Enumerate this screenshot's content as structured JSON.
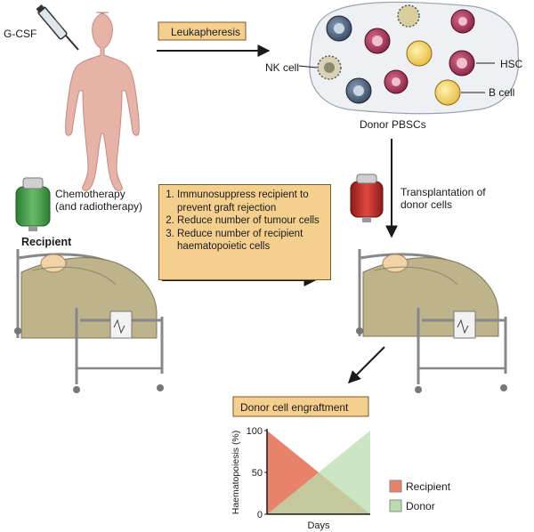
{
  "labels": {
    "gcsf": "G-CSF",
    "leukapheresis": "Leukapheresis",
    "nk_cell": "NK cell",
    "hsc": "HSC",
    "b_cell": "B cell",
    "donor_pbscs": "Donor PBSCs",
    "chemotherapy": [
      "Chemotherapy",
      "(and radiotherapy)"
    ],
    "recipient": "Recipient",
    "transplantation": [
      "Transplantation of",
      "donor cells"
    ],
    "engraftment_title": "Donor cell engraftment"
  },
  "steps": [
    "Immunosuppress recipient to prevent graft rejection",
    "Reduce number of tumour cells",
    "Reduce number of recipient haematopoietic cells"
  ],
  "colors": {
    "box_fill": "#f5cf8e",
    "recipient": "#e8826a",
    "donor": "#b9ddae",
    "overlap": "#a78a5a",
    "bag_green": "#4caf50",
    "bag_red": "#c62828",
    "skin": "#e6b3a6",
    "blanket": "#b7ad86"
  },
  "chart_data": {
    "type": "area",
    "xlabel": "Days",
    "ylabel": "Haematopoiesis (%)",
    "ylim": [
      0,
      100
    ],
    "yticks": [
      "0",
      "50",
      "100"
    ],
    "x": [
      0,
      1
    ],
    "series": [
      {
        "name": "Recipient",
        "values": [
          100,
          0
        ]
      },
      {
        "name": "Donor",
        "values": [
          0,
          100
        ]
      }
    ],
    "legend": "right"
  }
}
